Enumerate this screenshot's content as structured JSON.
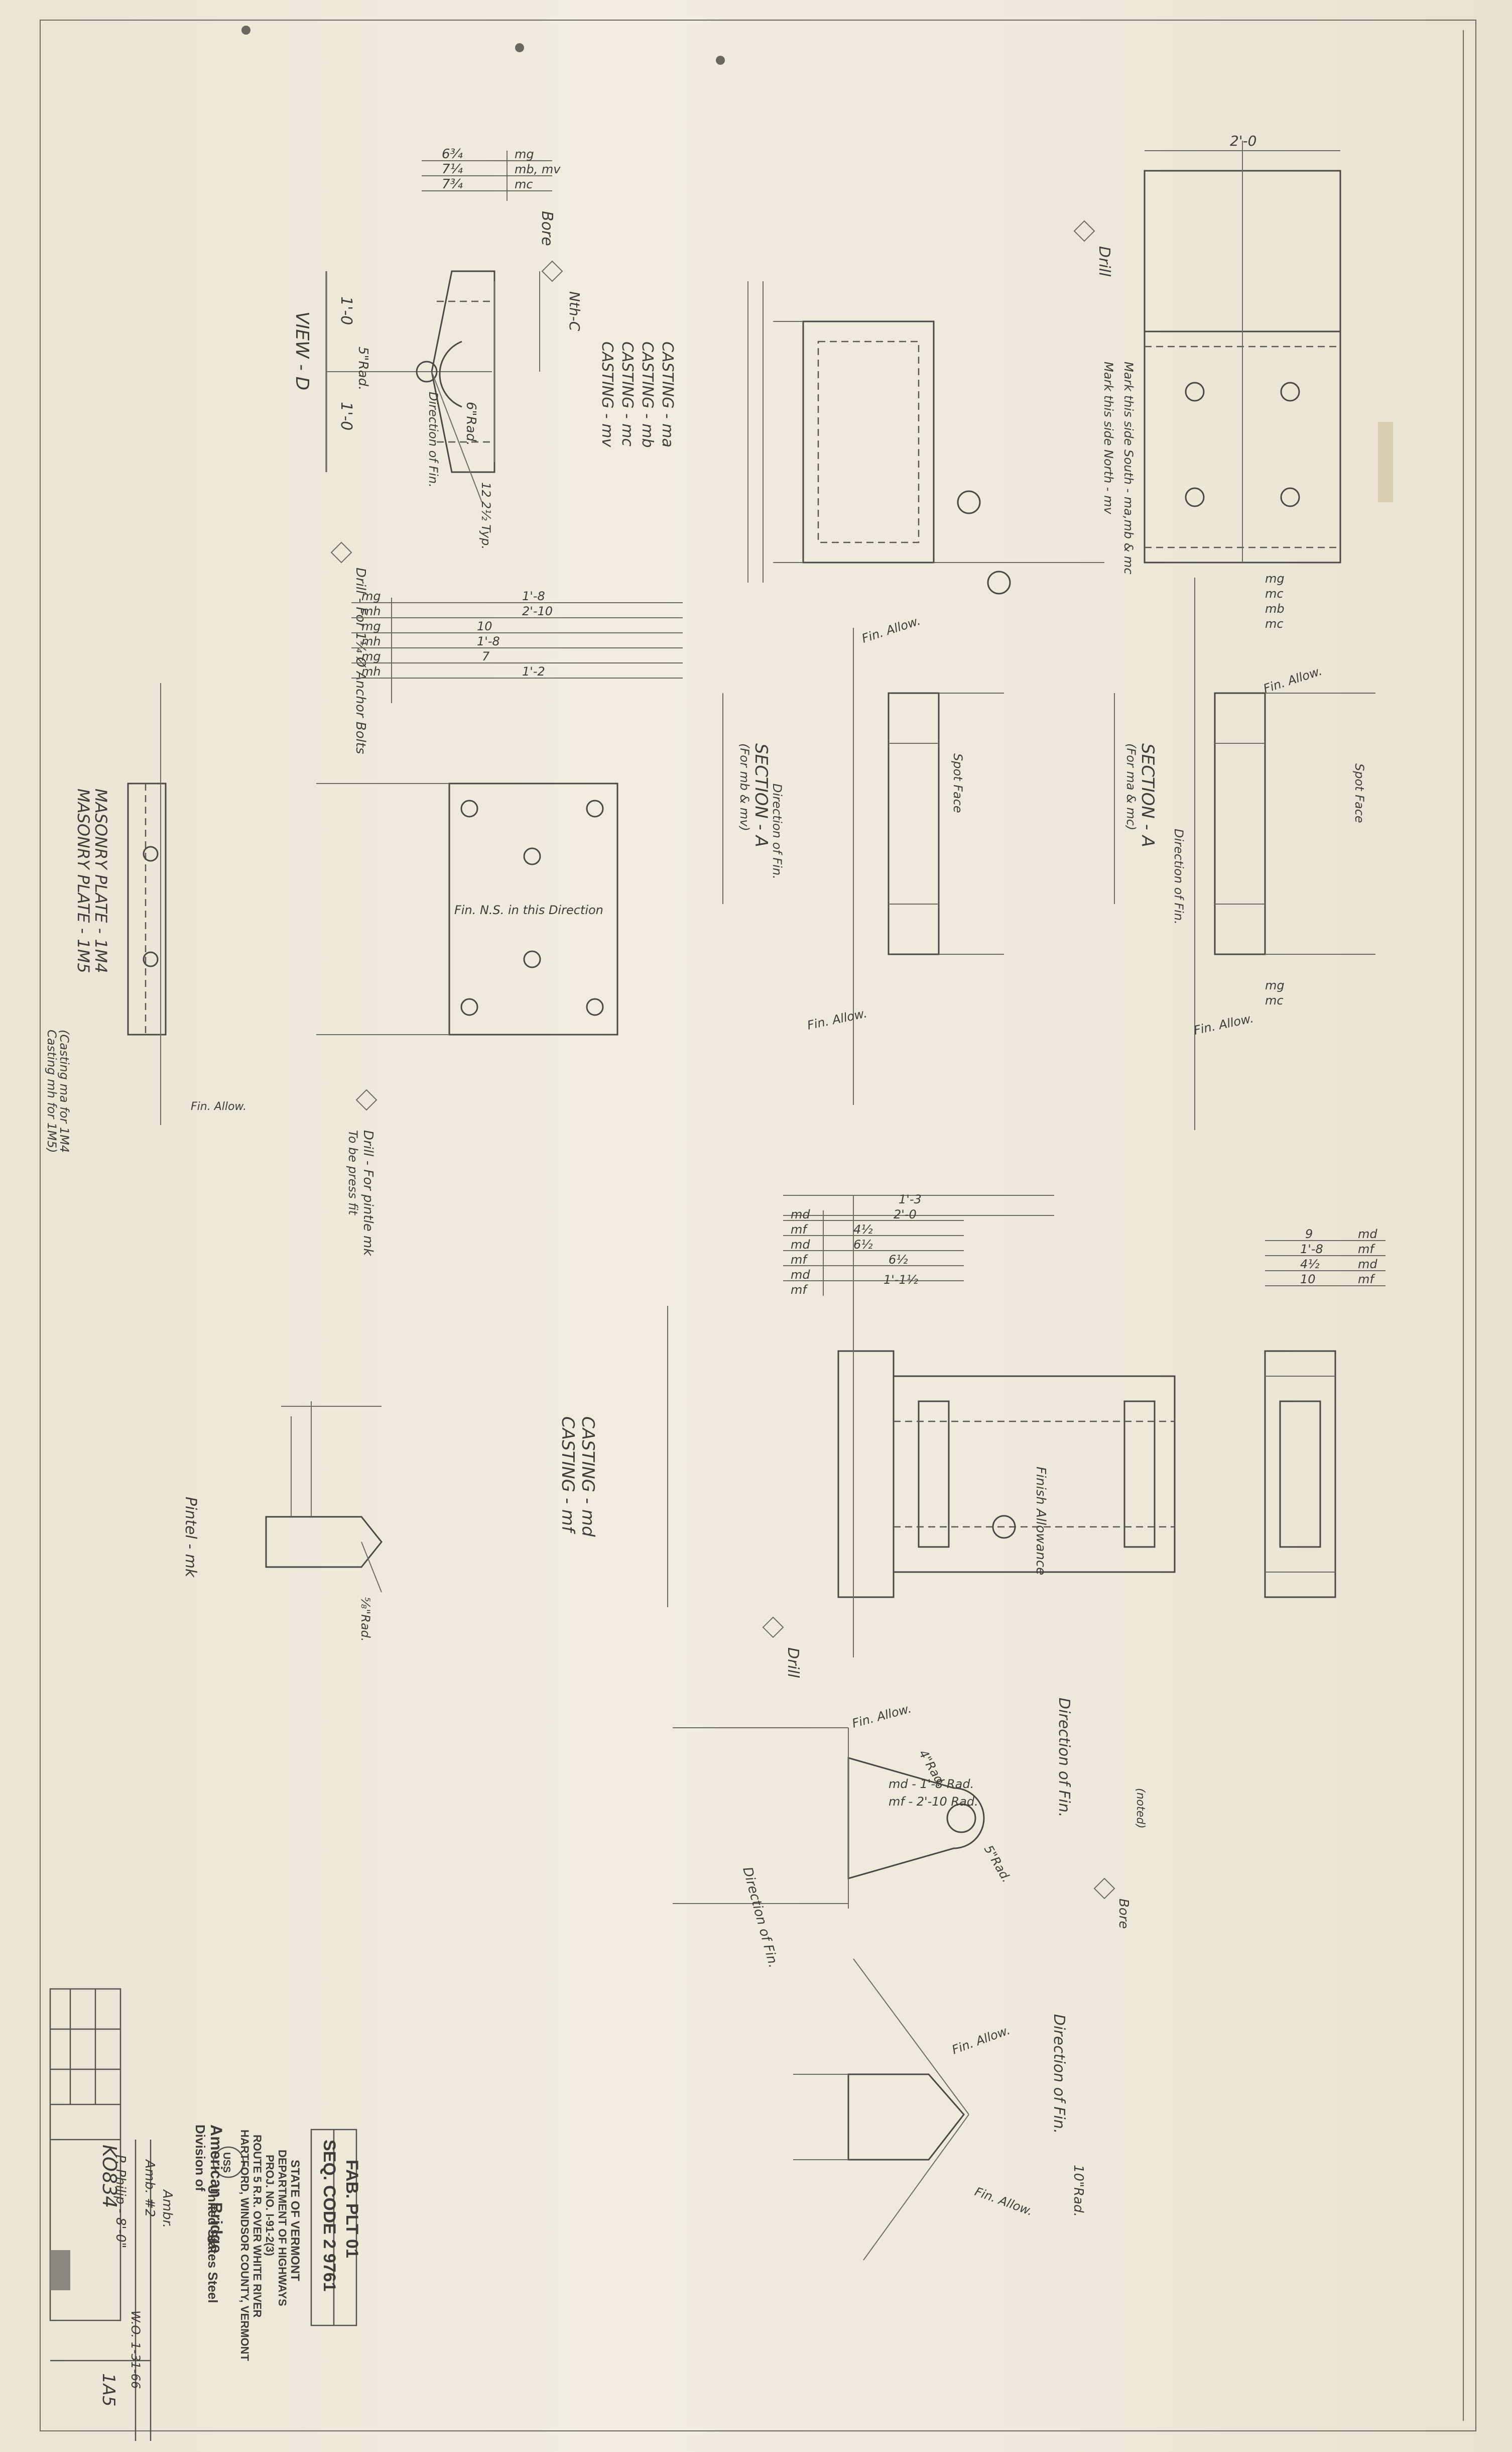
{
  "views": {
    "view_d_title": "VIEW - D",
    "view_d_casting": [
      "CASTING - ma",
      "CASTING - mb",
      "CASTING - mc",
      "CASTING - mv"
    ],
    "bore": "Bore",
    "ninth_c": "Nth-C",
    "direction_of_fin": "Direction of Fin.",
    "rad_5": "5\"Rad.",
    "rad_6": "6\"Rad.",
    "typ": "12  2½ Typ.",
    "drill": "Drill",
    "drill_anchor": "Drill - For 1¼ Ø Anchor Bolts",
    "fin_ns": "Fin. N.S. in this Direction",
    "masonry_plate_1": "MASONRY PLATE - 1M4",
    "masonry_plate_2": "MASONRY PLATE - 1M5",
    "casting_note_1": "(Casting ma for 1M4",
    "casting_note_2": "Casting mh for 1M5)",
    "drill_pintle": "Drill - For pintle mk",
    "drill_pintle_2": "To be press fit",
    "pintle": "Pintel - mk",
    "rad_pintle": "⅝\"Rad.",
    "casting_md": "CASTING - md",
    "casting_mf": "CASTING - mf",
    "section_a": "SECTION - A",
    "section_a_sub": "(For mb & mv)",
    "section_a2": "SECTION - A",
    "section_a2_sub": "(For ma & mc)",
    "fin_allow": "Fin. Allow.",
    "spot_face": "Spot Face",
    "finish_allowance": "Finish Allowance",
    "mark_south": "Mark this side South - ma,mb & mc",
    "mark_north": "Mark this side North - mv",
    "one_dim": "2'-0",
    "rad_4": "4\"Rad.",
    "rad_md": "md - 1'-8 Rad.",
    "rad_mf": "mf - 2'-10 Rad.",
    "noted_1": "(noted)",
    "ten_rad": "10\"Rad."
  },
  "dims": {
    "top_right": [
      "mg",
      "mb, mv",
      "mc"
    ],
    "top_vals": [
      "6¾",
      "7¼",
      "7¾"
    ],
    "anchor_rows": [
      "mg",
      "mh",
      "mg",
      "mh",
      "mg",
      "mh"
    ],
    "anchor_vals": [
      "1'-8",
      "2'-10",
      "10",
      "1'-8",
      "7",
      "1'-2"
    ],
    "right_stack": [
      "mg",
      "mc",
      "mb",
      "mc",
      "mg",
      "mc"
    ],
    "md_rows": [
      "md",
      "mf",
      "md",
      "mf",
      "md",
      "mf"
    ],
    "md_vals": [
      "1'-3",
      "2'-0",
      "4½",
      "6½",
      "6½",
      "1'-1½"
    ],
    "rt_md": [
      "md",
      "mf",
      "md",
      "mf"
    ],
    "rt_vals": [
      "9",
      "1'-8",
      "4½",
      "10"
    ]
  },
  "title_block": {
    "company": "American Bridge",
    "division": "Division of",
    "uss": "USS",
    "uss_name": "United States Steel",
    "state": "STATE OF VERMONT",
    "dept": "DEPARTMENT OF HIGHWAYS",
    "proj": "PROJ. NO. I-91-2(3)",
    "route": "ROUTE 5 R.R. OVER WHITE RIVER",
    "location": "HARTFORD, WINDSOR COUNTY, VERMONT",
    "fab": "FAB. PLT 01",
    "seq": "SEQ. CODE 2 9761",
    "drawn": "Ambr.",
    "checked": "Amb. #2",
    "scale": "W.O.  1-31-66",
    "by": "P. Philip - 8'-0\"",
    "sheet_no": "KO834",
    "rev": "1A5"
  }
}
